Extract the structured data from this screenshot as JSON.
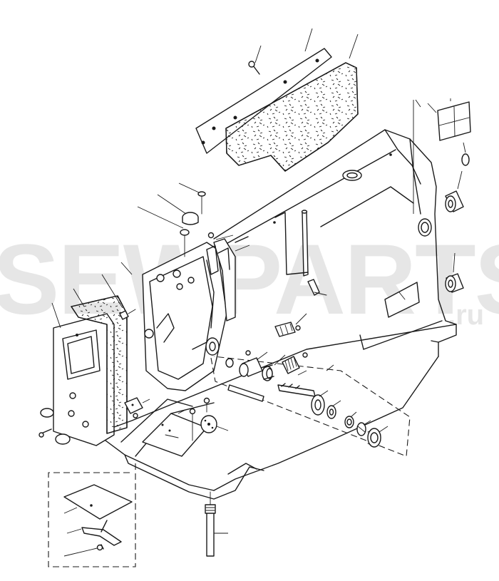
{
  "watermark": {
    "main": "SEWPARTS",
    "suffix": ".ru",
    "color": "#d2d2d2"
  },
  "diagram": {
    "kind": "exploded-parts-view",
    "line_color": "#1a1a1a",
    "background": "#ffffff"
  }
}
